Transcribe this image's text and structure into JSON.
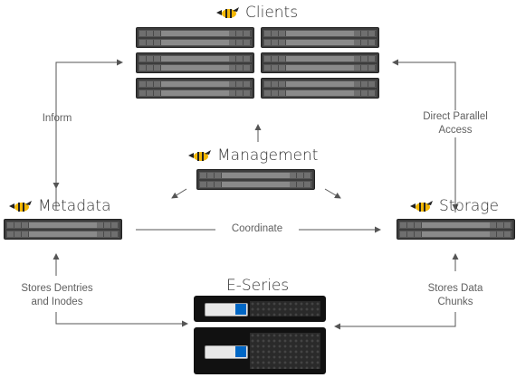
{
  "nodes": {
    "clients": "Clients",
    "management": "Management",
    "metadata": "Metadata",
    "storage": "Storage",
    "eseries": "E-Series"
  },
  "edges": {
    "inform": "Inform",
    "direct_parallel_access": [
      "Direct Parallel",
      "Access"
    ],
    "coordinate": "Coordinate",
    "stores_dentries": [
      "Stores Dentries",
      "and Inodes"
    ],
    "stores_data": [
      "Stores Data",
      "Chunks"
    ]
  },
  "icons": {
    "logo": "beegfs-bee-icon"
  },
  "colors": {
    "bee_yellow": "#f2b705",
    "netapp_blue": "#0067c5",
    "line": "#555555"
  }
}
